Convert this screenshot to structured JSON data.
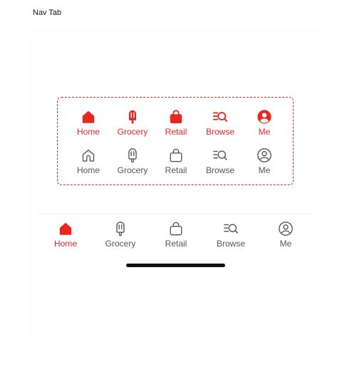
{
  "page": {
    "label": "Nav Tab"
  },
  "colors": {
    "active": "#e8281e",
    "inactive": "#555555",
    "border": "#e8281e"
  },
  "variants": {
    "active_row": [
      {
        "label": "Home",
        "icon": "home-icon"
      },
      {
        "label": "Grocery",
        "icon": "popsicle-icon"
      },
      {
        "label": "Retail",
        "icon": "bag-icon"
      },
      {
        "label": "Browse",
        "icon": "browse-search-icon"
      },
      {
        "label": "Me",
        "icon": "user-icon"
      }
    ],
    "inactive_row": [
      {
        "label": "Home",
        "icon": "home-icon"
      },
      {
        "label": "Grocery",
        "icon": "popsicle-icon"
      },
      {
        "label": "Retail",
        "icon": "bag-icon"
      },
      {
        "label": "Browse",
        "icon": "browse-search-icon"
      },
      {
        "label": "Me",
        "icon": "user-icon"
      }
    ]
  },
  "tab_bar": {
    "selected": "Home",
    "items": [
      {
        "label": "Home",
        "icon": "home-icon"
      },
      {
        "label": "Grocery",
        "icon": "popsicle-icon"
      },
      {
        "label": "Retail",
        "icon": "bag-icon"
      },
      {
        "label": "Browse",
        "icon": "browse-search-icon"
      },
      {
        "label": "Me",
        "icon": "user-icon"
      }
    ]
  }
}
